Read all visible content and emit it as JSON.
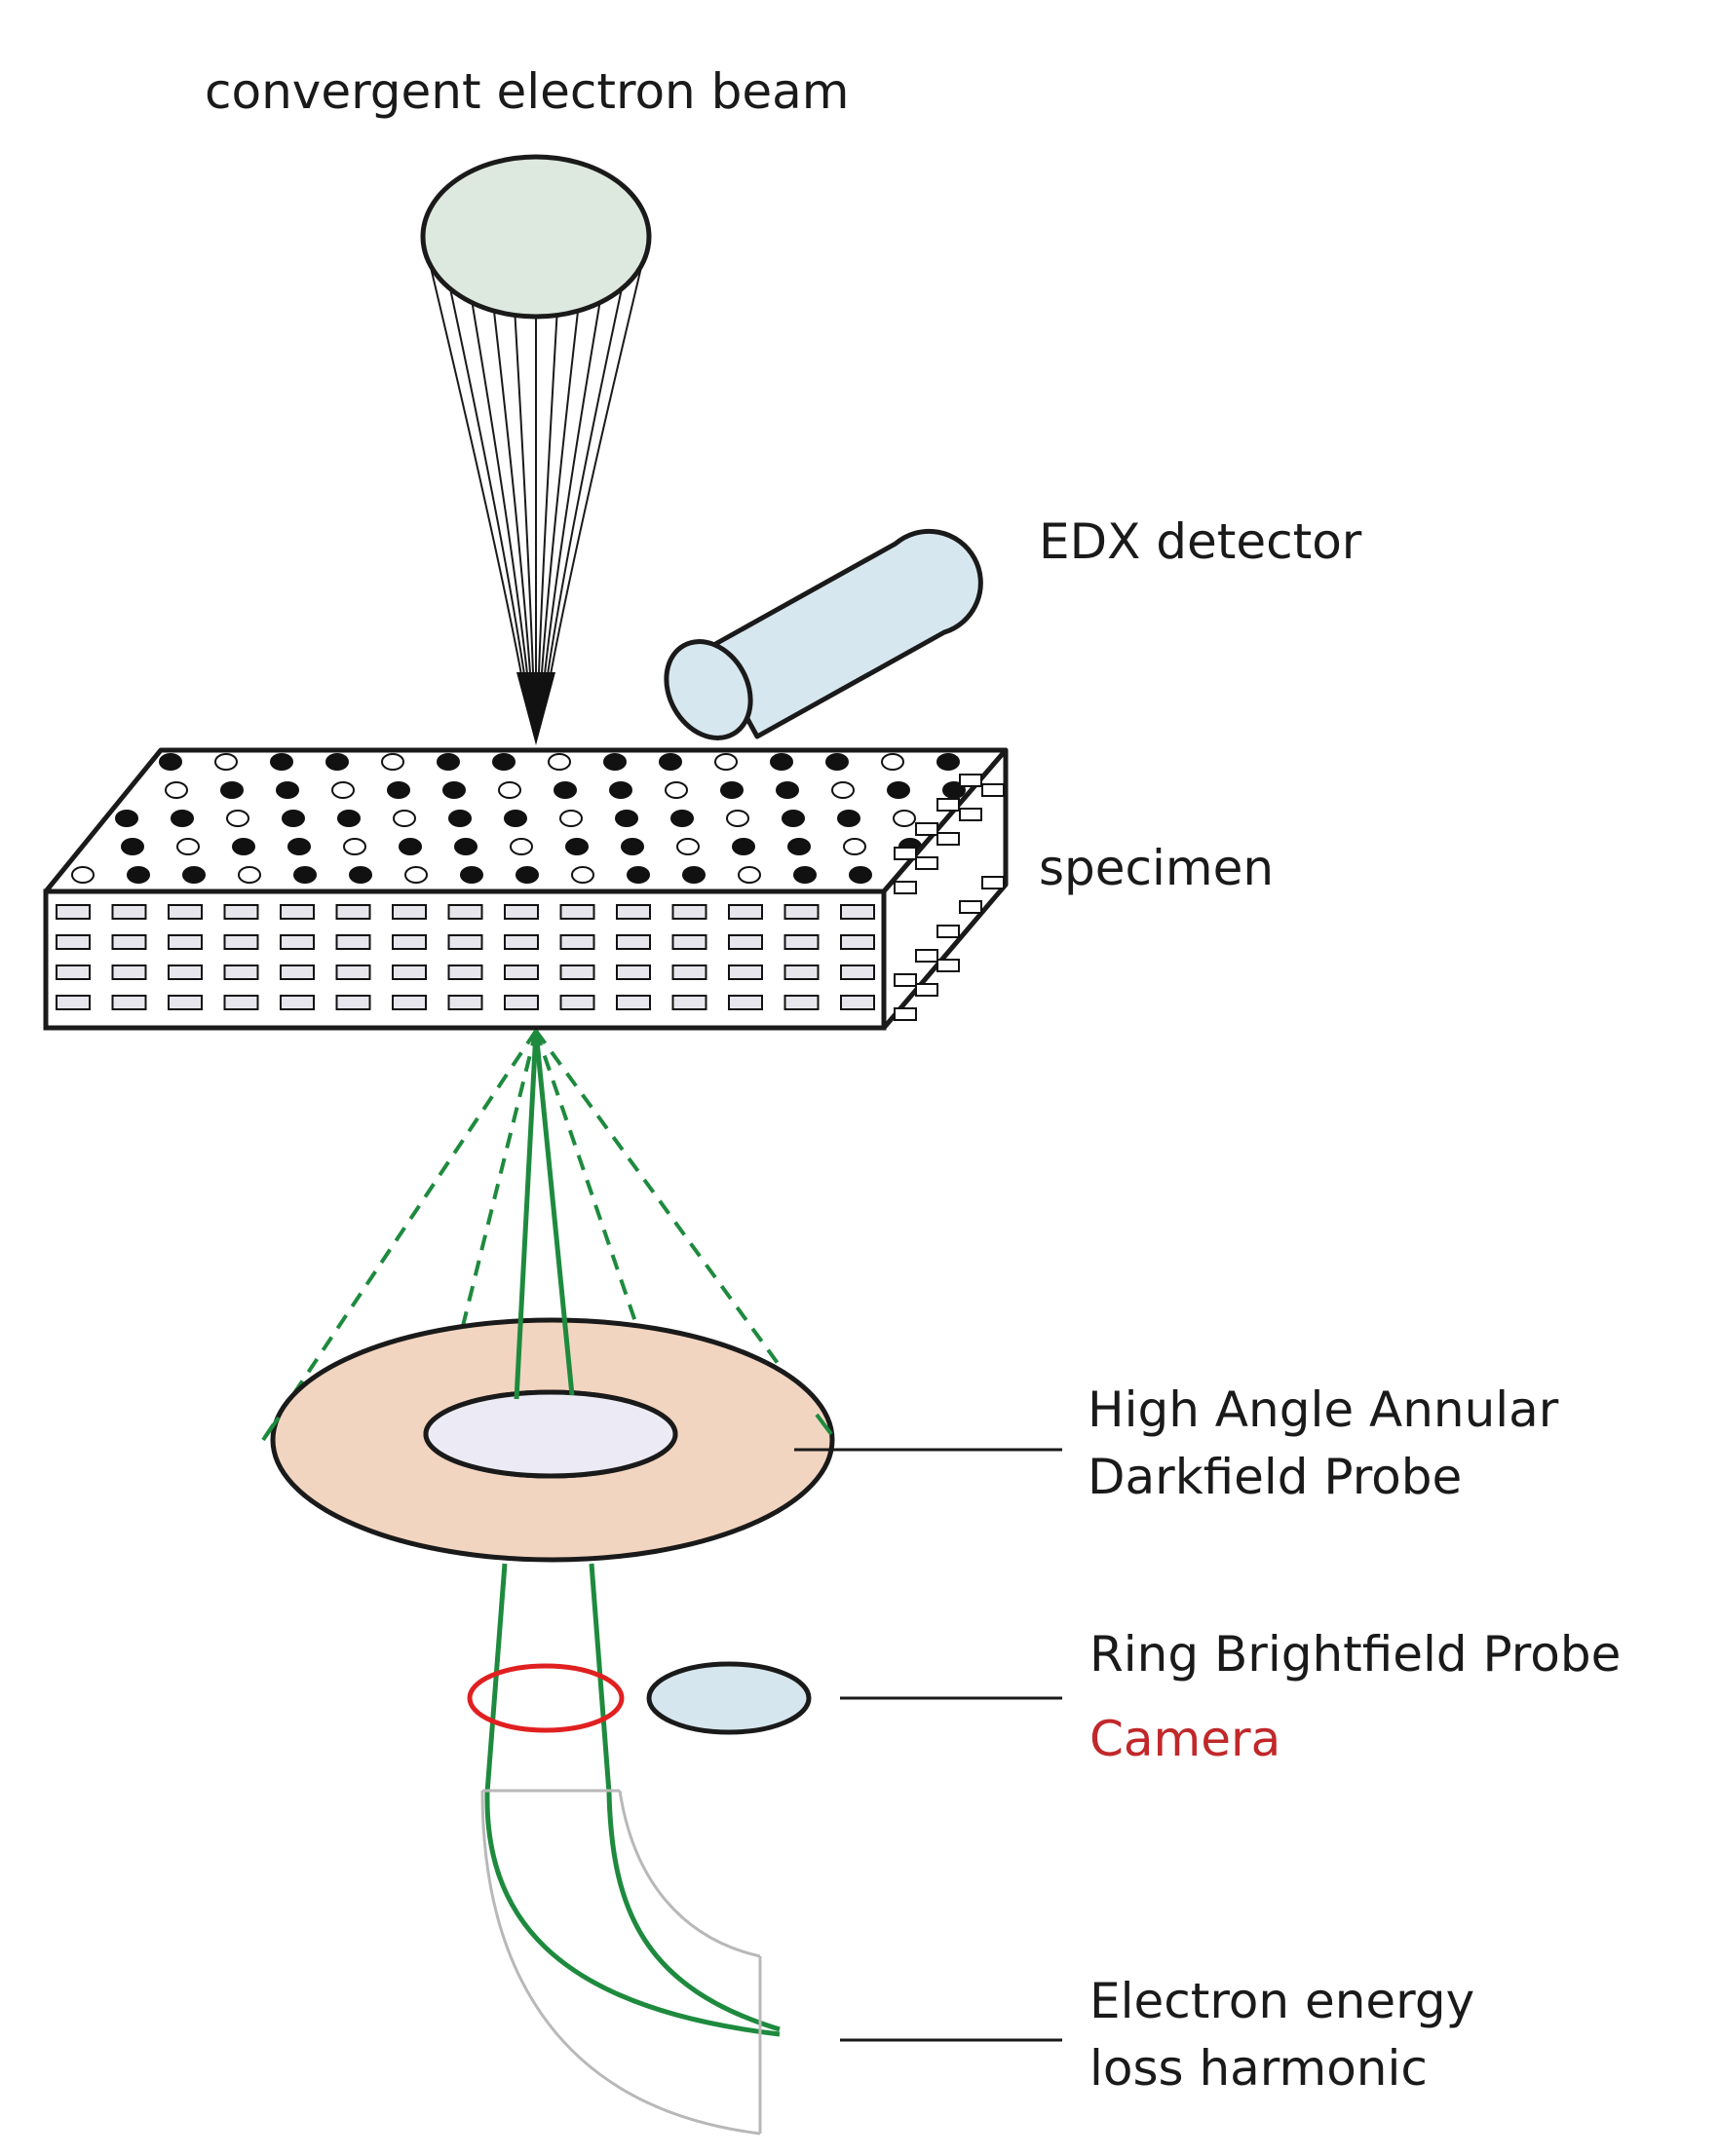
{
  "labels": {
    "beam": "convergent electron beam",
    "edx": "EDX detector",
    "specimen": "specimen",
    "haadf_line1": "High Angle Annular",
    "haadf_line2": "Darkfield Probe",
    "rbf": "Ring Brightfield Probe",
    "camera": "Camera",
    "eels_line1": "Electron energy",
    "eels_line2": "loss harmonic"
  },
  "colors": {
    "beam_disc": "#dde8de",
    "edx_tube": "#d7e7ef",
    "haadf_ring": "#f2d5c0",
    "haadf_hole": "#ecebf5",
    "bf_disc": "#d6e6ee",
    "camera_ring": "#e02020",
    "electron_path": "#1e8a3e",
    "spectrometer_outline": "#b8b8b8",
    "camera_label": "#c0282a"
  }
}
